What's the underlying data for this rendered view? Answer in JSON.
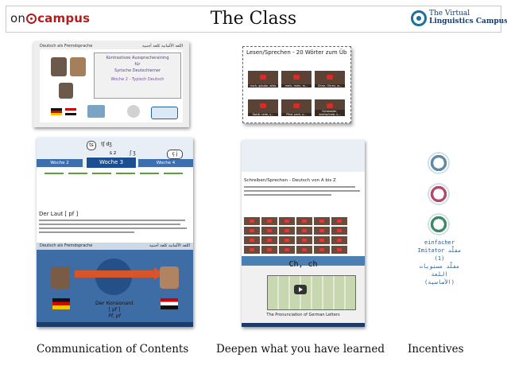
{
  "header": {
    "logo_left": {
      "prefix": "on",
      "suffix": "campus"
    },
    "title": "The Class",
    "logo_right": {
      "line1": "The Virtual",
      "line2": "Linguistics Campus"
    }
  },
  "panel_contents": {
    "header_left": "Deutsch als Fremdsprache",
    "header_right": "اللغة الألمانية كلغة أجنبية",
    "course_title_1": "Kontrastives Ausspracheraining",
    "course_title_2": "für",
    "course_title_3": "Syrische Deutschlerner",
    "course_week": "Woche 2 - Typisch Deutsch",
    "caption": "Communication of Contents"
  },
  "panel_lesson": {
    "header": "Lesen/Sprechen - 20 Wörter zum Üb",
    "tiles": [
      "mich, glaube, alles",
      "mein, moin, m...",
      "Ohne, Ohren, w...",
      "Stadt, rede, s...",
      "Pfad, park, p...",
      "Schwester, kochschule, s..."
    ]
  },
  "panel_lesson_big": {
    "chips": [
      "ts",
      "tʃ dʒ",
      "s z",
      "ʃ ʒ",
      "ç j"
    ],
    "weeks": [
      "Woche 2",
      "Woche 3",
      "Woche 4"
    ],
    "week3_label": "Woche 3",
    "laut_title": "Der Laut [ pf ]",
    "video_header_left": "Deutsch als Fremdsprache",
    "video_header_right": "اللغة الألمانية كلغة أجنبية",
    "konsonant_title": "Der Konsonant",
    "konsonant_sound": "[ pf ]",
    "konsonant_spelling": "Pf, pf"
  },
  "panel_deepen": {
    "subtitle": "Schreiben/Sprechen - Deutsch von A bis Z",
    "video_title": "Ch, ch",
    "video_caption": "The Pronunciation of German Letters",
    "caption": "Deepen what you have learned"
  },
  "incentives": {
    "badge_lines": [
      "einfacher",
      "Imitator مقلّد (1)",
      "مقلّد مستويات اللغة",
      "(الأساسية)"
    ],
    "caption": "Incentives"
  },
  "colors": {
    "oncampus_red": "#b01f1f",
    "vlc_blue": "#1f6f9c",
    "week_blue": "#1c4f91"
  }
}
